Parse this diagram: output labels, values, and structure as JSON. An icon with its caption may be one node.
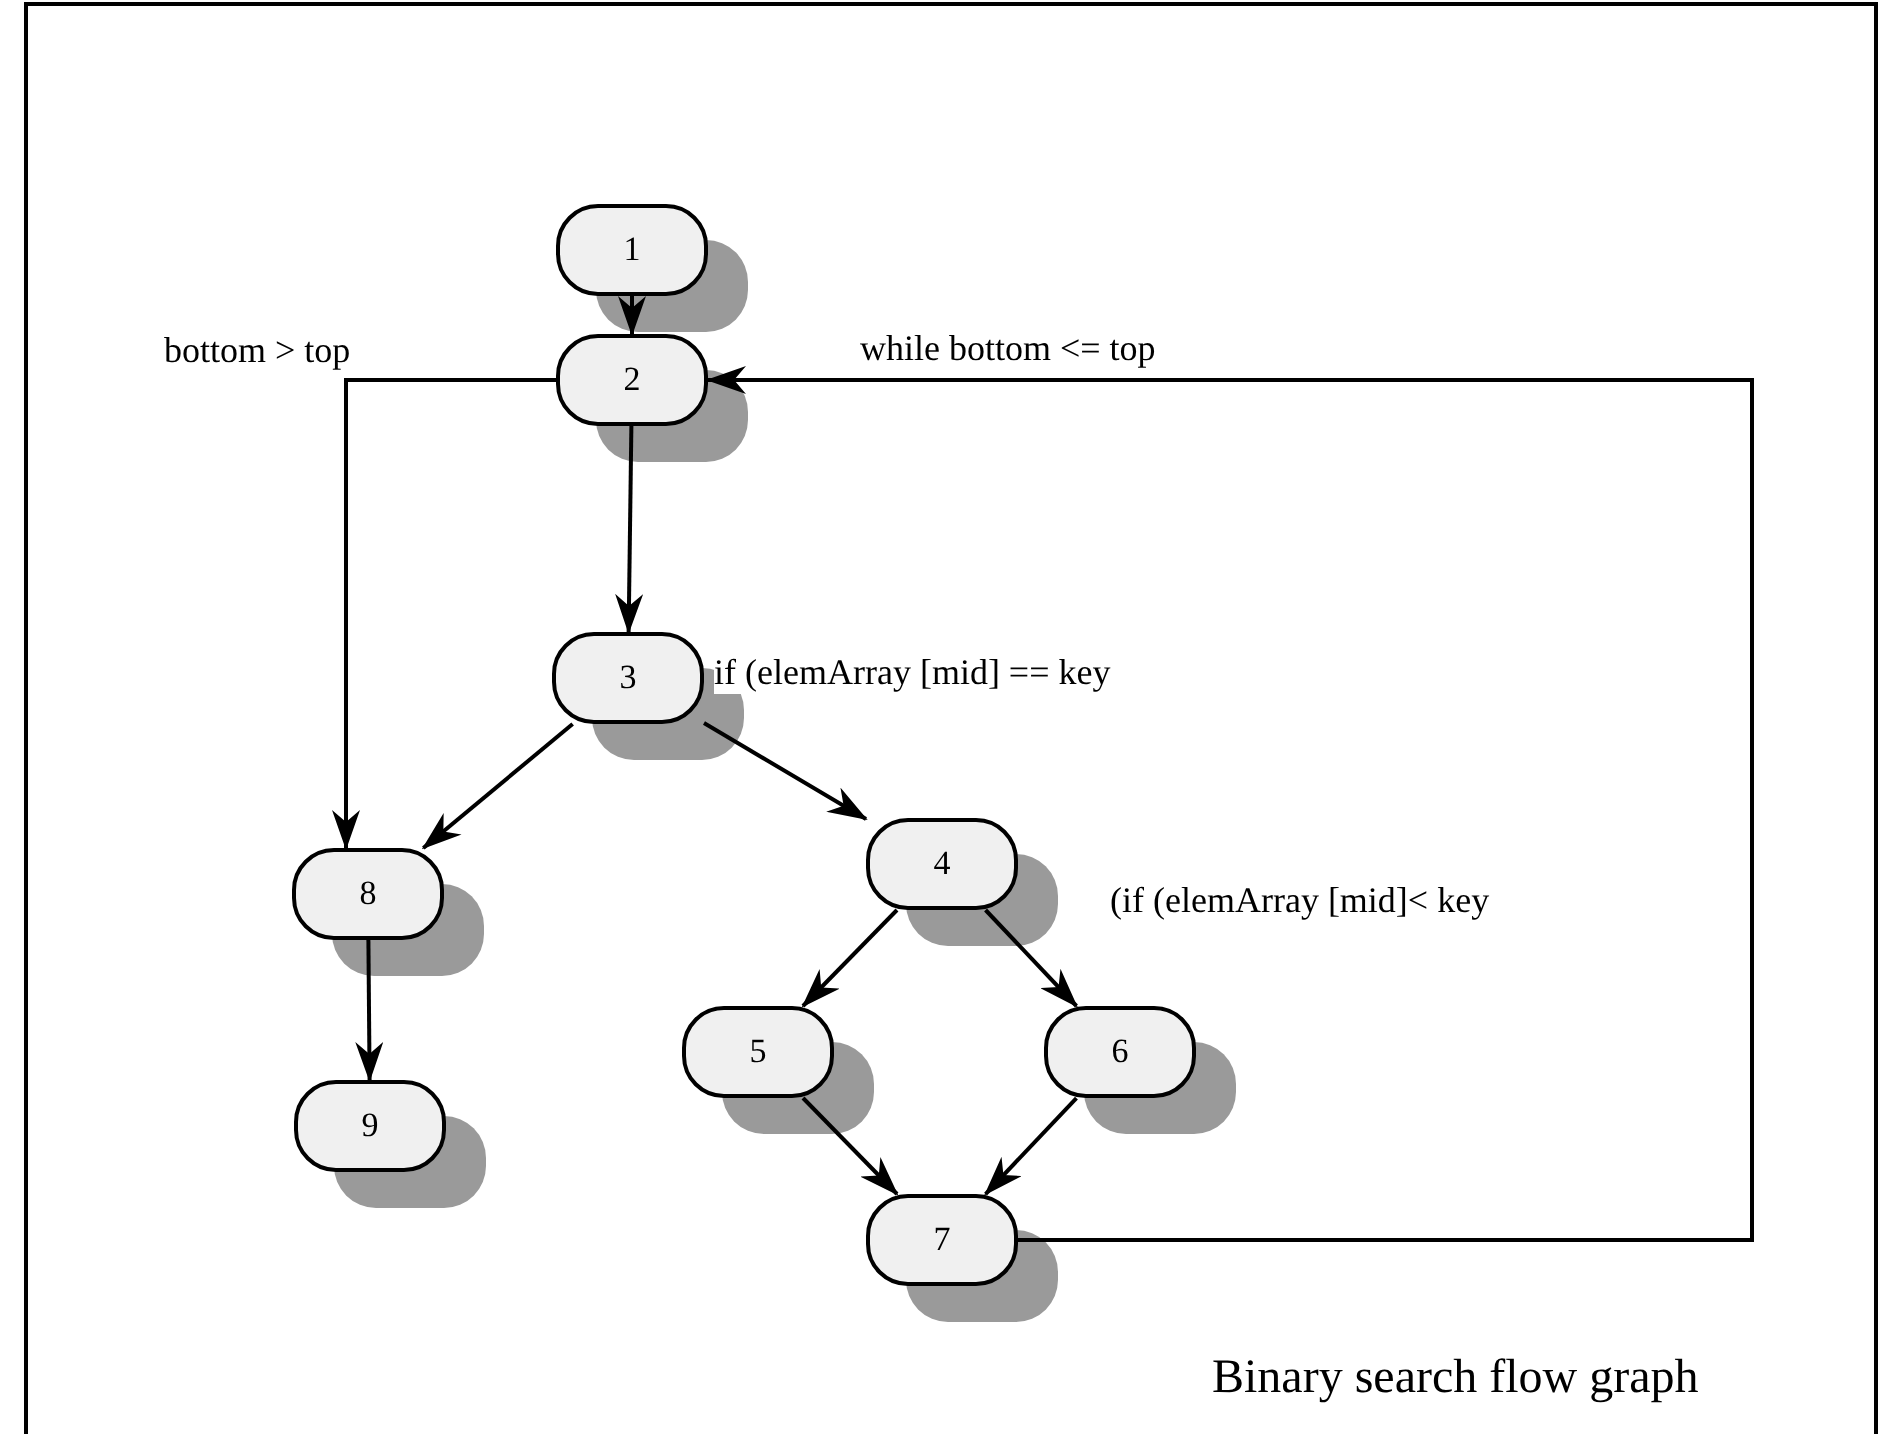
{
  "diagram": {
    "caption": "Binary search flow graph",
    "nodes": [
      {
        "text": [
          "1"
        ]
      },
      {
        "text": [
          "2"
        ]
      },
      {
        "text": [
          "3"
        ],
        "beside": [
          "if (elemArray [mid] == key"
        ]
      },
      {
        "text": [
          "8"
        ]
      },
      {
        "text": [
          "9"
        ]
      },
      {
        "text": [
          "4"
        ],
        "beside": [
          "(if (elemArray [mid]< key"
        ]
      },
      {
        "text": [
          "5"
        ]
      },
      {
        "text": [
          "6"
        ]
      },
      {
        "text": [
          "7"
        ]
      }
    ],
    "edges": [
      {
        "from": 0,
        "to": 1,
        "arrow": "to"
      },
      {
        "from": 1,
        "to": 2,
        "arrow": "to"
      },
      {
        "from": 1,
        "to": 3,
        "arrow": "to",
        "label": "bottom > top"
      },
      {
        "from": 2,
        "to": 3,
        "arrow": "to"
      },
      {
        "from": 2,
        "to": 5,
        "arrow": "to"
      },
      {
        "from": 5,
        "to": 6,
        "arrow": "to"
      },
      {
        "from": 5,
        "to": 7,
        "arrow": "to"
      },
      {
        "from": 6,
        "to": 8,
        "arrow": "to"
      },
      {
        "from": 7,
        "to": 8,
        "arrow": "to"
      },
      {
        "from": 8,
        "to": 1,
        "arrow": "to",
        "label": "while bottom <= top"
      },
      {
        "from": 3,
        "to": 4,
        "arrow": "to"
      }
    ]
  }
}
